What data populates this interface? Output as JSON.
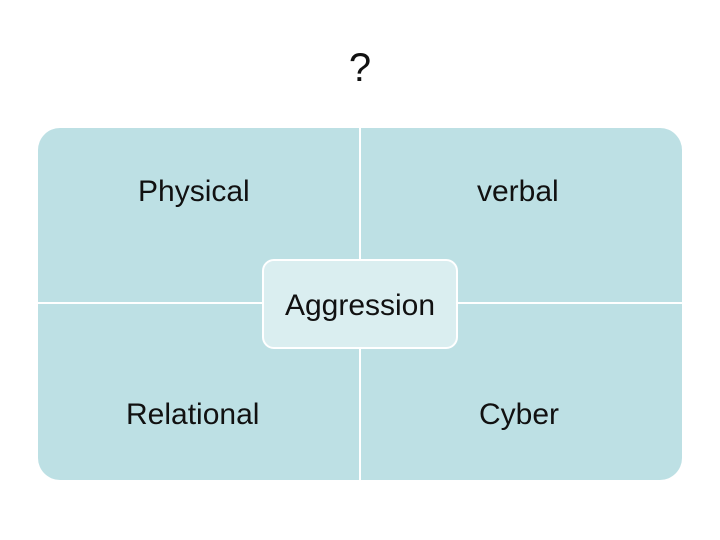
{
  "title": "?",
  "colors": {
    "quadrant_fill": "#bde0e4",
    "center_fill": "#daeef0",
    "divider": "#ffffff",
    "text": "#111111"
  },
  "quadrants": {
    "top_left": "Physical",
    "top_right": "verbal",
    "bottom_left": "Relational",
    "bottom_right": "Cyber"
  },
  "center": "Aggression"
}
